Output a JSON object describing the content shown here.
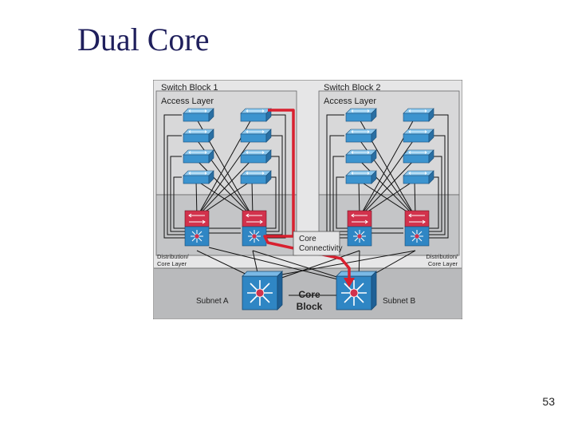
{
  "slide": {
    "title": "Dual Core",
    "page_number": "53"
  },
  "diagram": {
    "block1": {
      "title": "Switch Block 1",
      "layer": "Access Layer",
      "dist_label_1": "Distribution/",
      "dist_label_2": "Core Layer",
      "subnet": "Subnet A"
    },
    "block2": {
      "title": "Switch Block 2",
      "layer": "Access Layer",
      "dist_label_1": "Distribution/",
      "dist_label_2": "Core Layer",
      "subnet": "Subnet B"
    },
    "core_connectivity_1": "Core",
    "core_connectivity_2": "Connectivity",
    "core_block_1": "Core",
    "core_block_2": "Block"
  },
  "colors": {
    "panel": "#c9cacc",
    "panel_light": "#dcdcdd",
    "access_switch": "#3c94cf",
    "distribution_switch_top": "#d2324c",
    "multilayer_switch": "#2f86c4",
    "highlight_path": "#d8202f",
    "link": "#111111"
  },
  "icons": {
    "access_switch": "workgroup-switch-icon",
    "distribution_switch": "router-switch-icon",
    "core_switch": "multilayer-switch-icon"
  }
}
